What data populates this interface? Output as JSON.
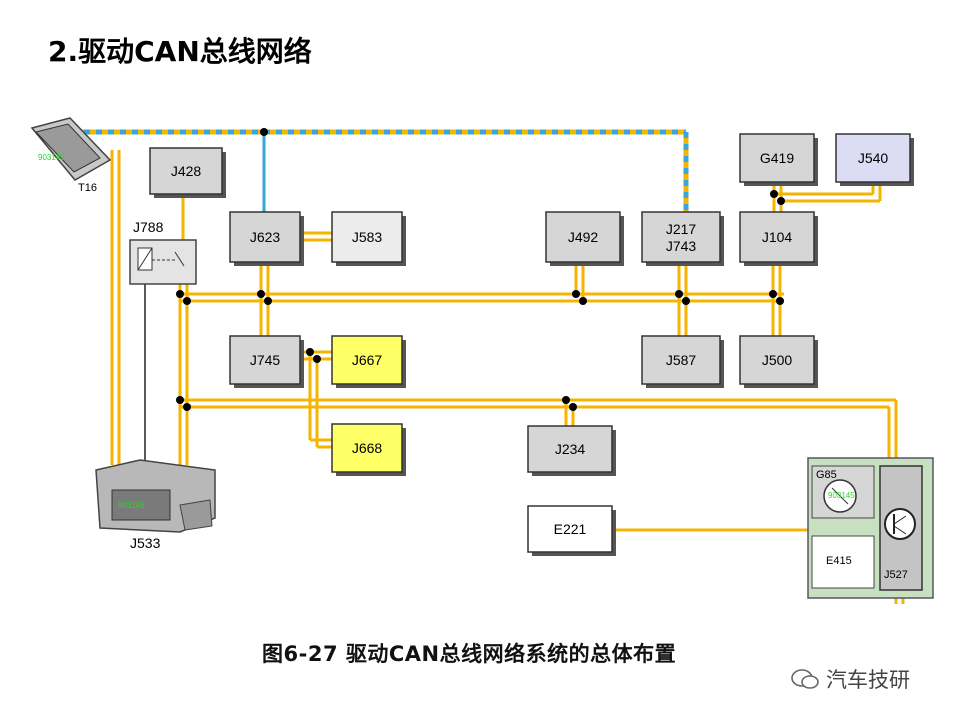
{
  "title": "2.驱动CAN总线网络",
  "caption": "图6-27  驱动CAN总线网络系统的总体布置",
  "watermark": "汽车技研",
  "colors": {
    "bus_orange": "#f5b400",
    "bus_blue": "#3aa6d8",
    "block_gray": "#d6d6d6",
    "block_yellow": "#ffff66",
    "block_lavender": "#dcdcf4"
  },
  "modules": {
    "T16": "T16",
    "J428": "J428",
    "J788": "J788",
    "J623": "J623",
    "J583": "J583",
    "J745": "J745",
    "J667": "J667",
    "J668": "J668",
    "J533": "J533",
    "J492": "J492",
    "J217": "J217",
    "J743": "J743",
    "J104": "J104",
    "G419": "G419",
    "J540": "J540",
    "J587": "J587",
    "J500": "J500",
    "J234": "J234",
    "E221": "E221",
    "G85": "G85",
    "E415": "E415",
    "J527": "J527"
  },
  "codes": {
    "t16": "903145",
    "j533": "903145",
    "g85": "903145"
  }
}
